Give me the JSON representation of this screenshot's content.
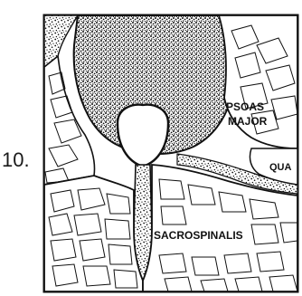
{
  "figure": {
    "number": "10."
  },
  "labels": {
    "psoas_line1": "PSOAS",
    "psoas_line2": "MAJOR",
    "quadratus": "QUA",
    "sacrospinalis": "SACROSPINALIS"
  },
  "colors": {
    "ink": "#111111",
    "paper": "#ffffff"
  }
}
